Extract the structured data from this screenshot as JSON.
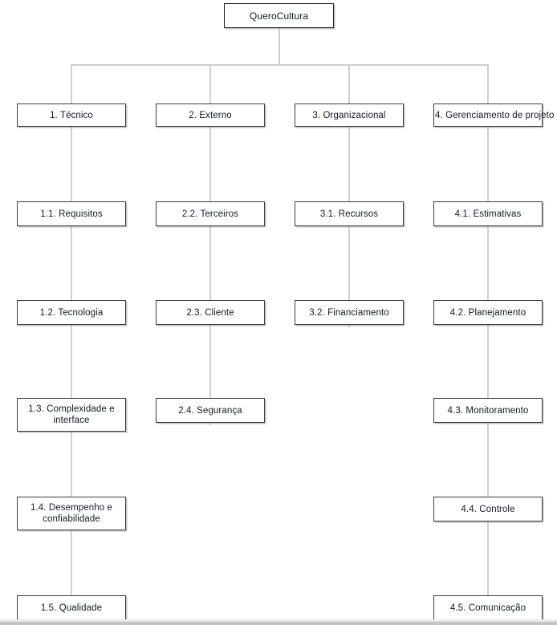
{
  "diagram": {
    "title": "QueroCultura",
    "root": {
      "label": "QueroCultura"
    },
    "columns": [
      {
        "heading": "1. Técnico",
        "nodes": [
          {
            "label": "1.1. Requisitos"
          },
          {
            "label": "1.2. Tecnologia"
          },
          {
            "label": "1.3. Complexidade e interface"
          },
          {
            "label": "1.4. Desempenho e confiabilidade"
          },
          {
            "label": "1.5. Qualidade"
          }
        ]
      },
      {
        "heading": "2. Externo",
        "nodes": [
          {
            "label": "2.2. Terceiros"
          },
          {
            "label": "2.3. Cliente"
          },
          {
            "label": "2.4. Segurança"
          }
        ]
      },
      {
        "heading": "3. Organizacional",
        "nodes": [
          {
            "label": "3.1. Recursos"
          },
          {
            "label": "3.2. Financiamento"
          }
        ]
      },
      {
        "heading": "4. Gerenciamento de projeto",
        "nodes": [
          {
            "label": "4.1. Estimativas"
          },
          {
            "label": "4.2. Planejamento"
          },
          {
            "label": "4.3. Monitoramento"
          },
          {
            "label": "4.4. Controle"
          },
          {
            "label": "4.5. Comunicação"
          }
        ]
      }
    ],
    "colors": {
      "node_border": "#3c3c3c",
      "root_border": "#1c1c1c",
      "node_fill": "#ffffff",
      "connector": "#cfcfcf",
      "text": "#15181f",
      "page_edge": "#c4c4c4"
    }
  }
}
